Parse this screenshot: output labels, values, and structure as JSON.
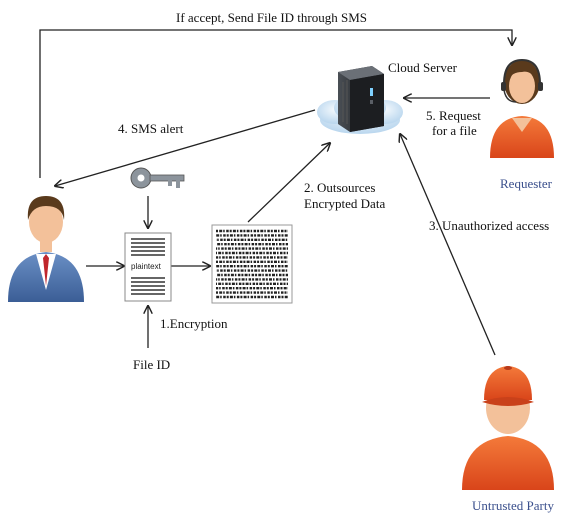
{
  "labels": {
    "top_arrow": "If accept, Send File ID through SMS",
    "cloud_server": "Cloud Server",
    "request_line1": "5. Request",
    "request_line2": "for a file",
    "sms_alert": "4. SMS alert",
    "requester": "Requester",
    "outsources_line1": "2. Outsources",
    "outsources_line2": "Encrypted Data",
    "unauthorized": "3. Unauthorized access",
    "plaintext": "plaintext",
    "encryption": "1.Encryption",
    "file_id": "File ID",
    "untrusted": "Untrusted Party"
  },
  "colors": {
    "arrow": "#222222",
    "requester_label": "#3a4f8c",
    "untrusted_label": "#3a4f8c",
    "requester_body": "#e8541e",
    "untrusted_body": "#e8541e",
    "owner_suit": "#4a6fa5",
    "skin": "#f3c19a",
    "hair": "#5a3a1c",
    "server_body": "#2c2f33",
    "cloud": "#cfe3f3"
  },
  "icons": {
    "owner": "user-businessman-icon",
    "requester": "user-headset-icon",
    "untrusted": "user-cap-icon",
    "key": "key-icon",
    "plaintext_doc": "document-icon",
    "ciphertext_doc": "encrypted-document-icon",
    "server": "cloud-server-icon"
  }
}
